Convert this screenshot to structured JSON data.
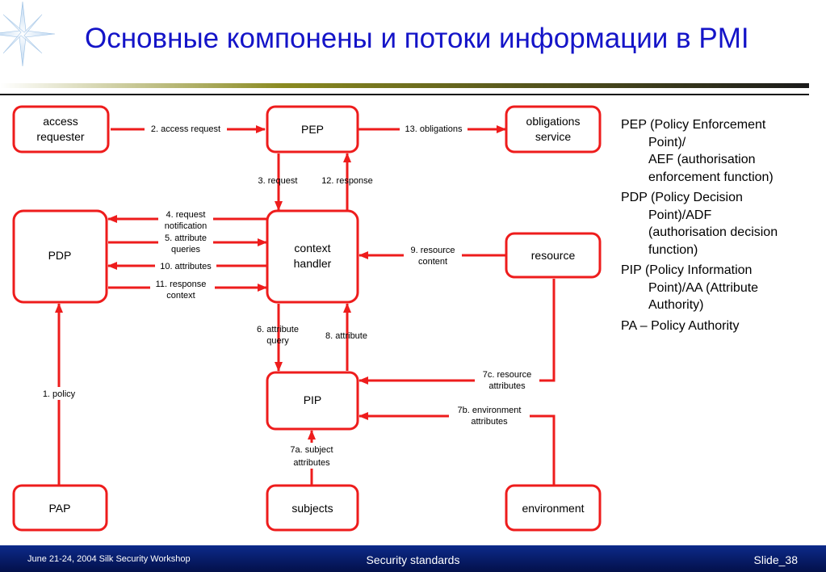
{
  "slide": {
    "title": "Основные компонены и потоки информации в PMI"
  },
  "diagram": {
    "nodes": {
      "access_requester": [
        "access",
        "requester"
      ],
      "pep": [
        "PEP"
      ],
      "obligations_service": [
        "obligations",
        "service"
      ],
      "pdp": [
        "PDP"
      ],
      "context_handler": [
        "context",
        "handler"
      ],
      "resource": [
        "resource"
      ],
      "pip": [
        "PIP"
      ],
      "pap": [
        "PAP"
      ],
      "subjects": [
        "subjects"
      ],
      "environment": [
        "environment"
      ]
    },
    "edges": {
      "e1": [
        "1. policy"
      ],
      "e2": [
        "2. access request"
      ],
      "e3": [
        "3. request"
      ],
      "e4": [
        "4. request",
        "notification"
      ],
      "e5": [
        "5. attribute",
        "queries"
      ],
      "e6": [
        "6. attribute",
        "query"
      ],
      "e7a": [
        "7a. subject",
        "attributes"
      ],
      "e7b": [
        "7b. environment",
        "attributes"
      ],
      "e7c": [
        "7c. resource",
        "attributes"
      ],
      "e8": [
        "8. attribute"
      ],
      "e9": [
        "9. resource",
        "content"
      ],
      "e10": [
        "10. attributes"
      ],
      "e11": [
        "11. response",
        "context"
      ],
      "e12": [
        "12. response"
      ],
      "e13": [
        "13. obligations"
      ]
    },
    "colors": {
      "stroke": "#ee1c1c",
      "box_fill": "#ffffff",
      "text": "#000000"
    }
  },
  "legend": [
    {
      "first": "PEP (Policy Enforcement",
      "rest": [
        "Point)/",
        "AEF (authorisation",
        "enforcement function)"
      ]
    },
    {
      "first": "PDP (Policy Decision",
      "rest": [
        "Point)/ADF",
        "(authorisation decision",
        "function)"
      ]
    },
    {
      "first": "PIP (Policy Information",
      "rest": [
        "Point)/AA (Attribute",
        "Authority)"
      ]
    },
    {
      "first": "PA – Policy Authority",
      "rest": []
    }
  ],
  "footer": {
    "left": "June 21-24, 2004 Silk Security Workshop",
    "center": "Security standards",
    "right": "Slide_38"
  },
  "theme": {
    "title_color": "#1414c8",
    "footer_bg": "#0c2a8a",
    "rule_color": "#6b6b10"
  }
}
